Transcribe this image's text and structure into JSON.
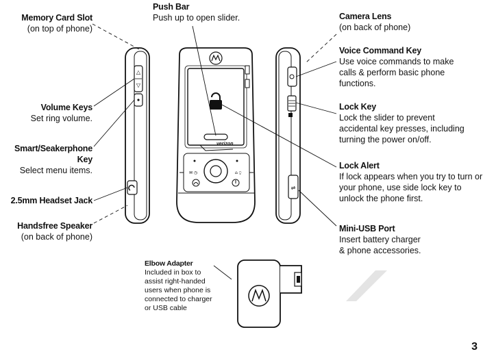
{
  "labels": {
    "memory_card_slot": {
      "title": "Memory Card Slot",
      "desc": "(on top of phone)"
    },
    "volume_keys": {
      "title": "Volume Keys",
      "desc": "Set ring volume."
    },
    "smart_key": {
      "title": "Smart/Seakerphone Key",
      "desc": "Select menu items."
    },
    "headset_jack": {
      "title": "2.5mm Headset Jack"
    },
    "handsfree_speaker": {
      "title": "Handsfree Speaker",
      "desc": "(on back of phone)"
    },
    "push_bar": {
      "title": "Push Bar",
      "desc": "Push up to open slider."
    },
    "camera_lens": {
      "title": "Camera Lens",
      "desc": "(on back of phone)"
    },
    "voice_command_key": {
      "title": "Voice Command Key",
      "desc": "Use voice commands to make\ncalls & perform basic phone\nfunctions."
    },
    "lock_key": {
      "title": "Lock Key",
      "desc": "Lock the slider to prevent\naccidental key presses, including\nturning the power on/off."
    },
    "lock_alert": {
      "title": "Lock Alert",
      "desc": "If lock appears when you try to turn or\nyour phone, use side lock key to\nunlock the phone first."
    },
    "mini_usb_port": {
      "title": "Mini-USB Port",
      "desc": "Insert battery charger\n& phone accessories."
    },
    "elbow_adapter": {
      "title": "Elbow Adapter",
      "desc": "Included in box to\nassist right-handed\nusers when phone is\nconnected to charger\nor USB cable"
    }
  },
  "brand_text": "verizon",
  "page_number": "3"
}
